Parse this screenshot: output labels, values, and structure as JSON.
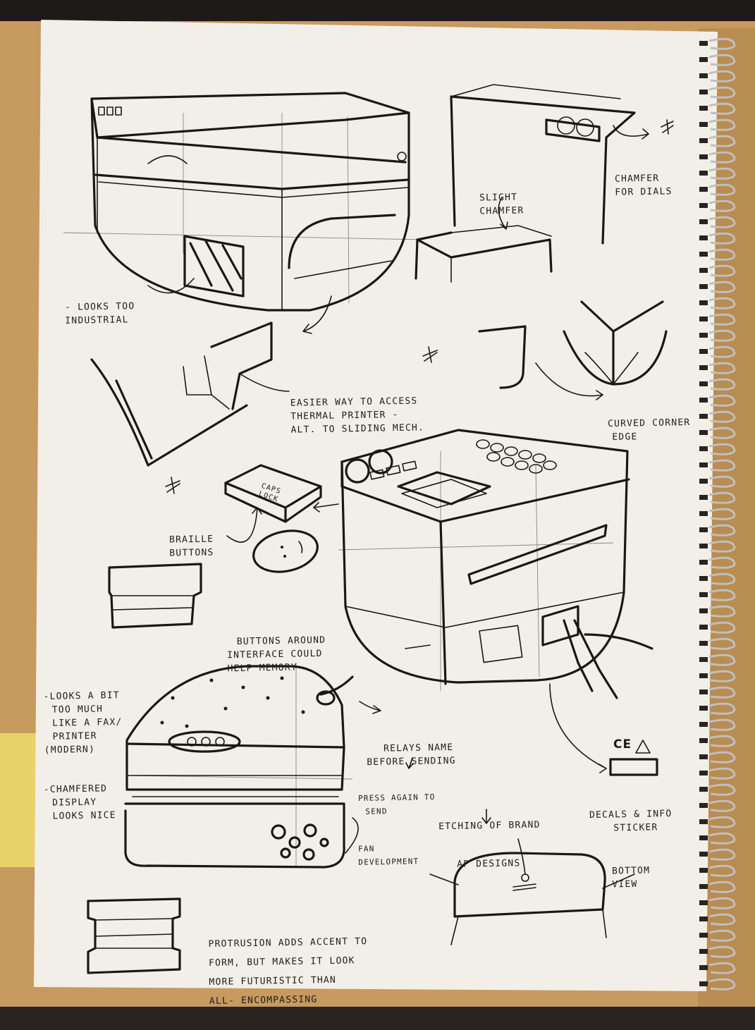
{
  "colors": {
    "paper": "#f2efe8",
    "ink": "#1a1816",
    "table": "#c79a5f",
    "spiral": "#bfbfbf",
    "backdrop": "#2a2320"
  },
  "annotations": {
    "looks_too_industrial": [
      "- LOOKS TOO",
      "INDUSTRIAL"
    ],
    "chamfer_for_dials": [
      "CHAMFER",
      "FOR DIALS"
    ],
    "slight_chamfer": [
      "SLIGHT",
      "CHAMFER"
    ],
    "easier_access": [
      "EASIER WAY TO ACCESS",
      "THERMAL PRINTER -",
      "ALT. TO SLIDING MECH."
    ],
    "curved_corner": [
      "CURVED CORNER",
      "EDGE"
    ],
    "braille_buttons": [
      "BRAILLE",
      "BUTTONS"
    ],
    "caps_lock": [
      "CAPS",
      "LOCK"
    ],
    "buttons_around": [
      "BUTTONS AROUND",
      "INTERFACE COULD",
      "HELP MEMORY"
    ],
    "fax_printer": [
      "-LOOKS A BIT",
      "TOO MUCH",
      "LIKE A FAX/",
      "PRINTER",
      "(MODERN)"
    ],
    "chamfered_display": [
      "-CHAMFERED",
      "DISPLAY",
      "LOOKS NICE"
    ],
    "relays_name": [
      "RELAYS NAME",
      "BEFORE SENDING"
    ],
    "press_again": [
      "PRESS AGAIN TO",
      "SEND"
    ],
    "fan_development": [
      "FAN",
      "DEVELOPMENT"
    ],
    "etching_of_brand": [
      "ETCHING OF BRAND"
    ],
    "ap_designs": [
      "AP DESIGNS"
    ],
    "decals": [
      "DECALS & INFO",
      "STICKER"
    ],
    "bottom_view": [
      "BOTTOM",
      "VIEW"
    ],
    "protrusion": [
      "PROTRUSION ADDS ACCENT TO",
      "FORM, BUT MAKES IT LOOK",
      "MORE FUTURISTIC THAN",
      "ALL- ENCOMPASSING"
    ]
  },
  "decal_mark": "CE",
  "icons": [
    "star-mark-icon",
    "arrow-icon",
    "warning-triangle-icon",
    "spiral-binding-icon"
  ]
}
